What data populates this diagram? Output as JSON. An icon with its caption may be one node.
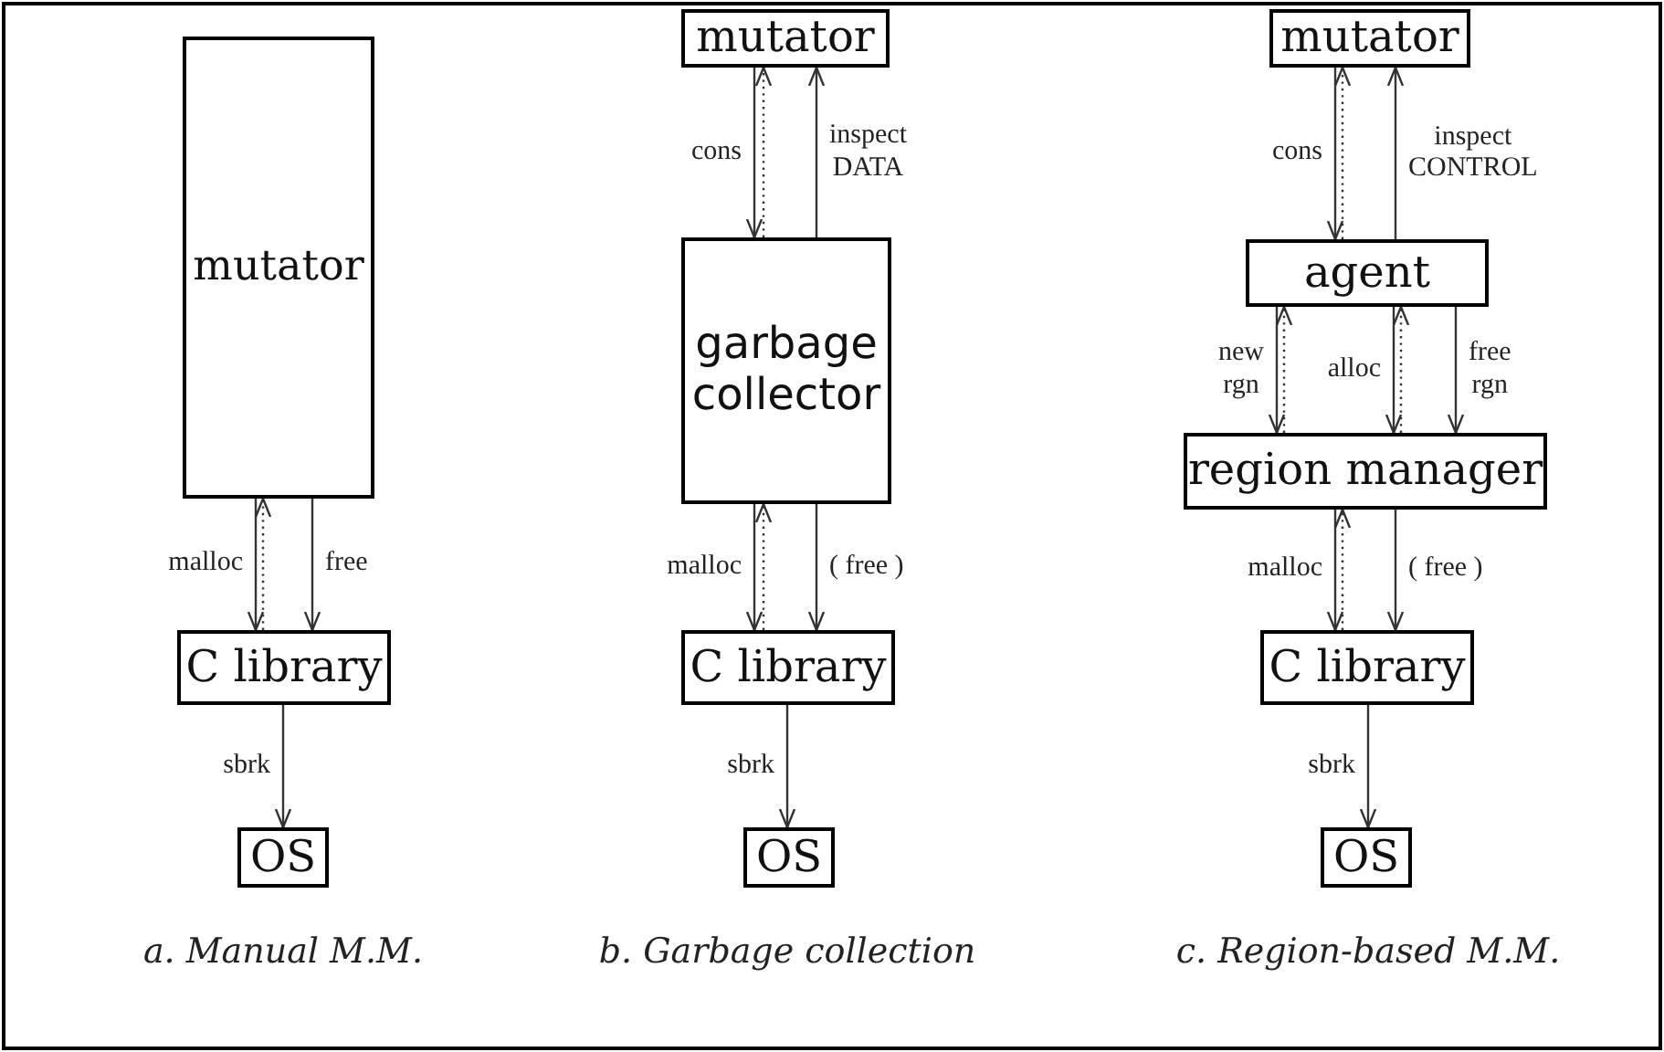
{
  "diagram": {
    "nodes": [
      {
        "text": [
          "mutator"
        ]
      },
      {
        "text": [
          "C library"
        ]
      },
      {
        "text": [
          "OS"
        ]
      },
      {
        "text": [
          "mutator"
        ]
      },
      {
        "text": [
          "garbage collector"
        ]
      },
      {
        "text": [
          "C library"
        ]
      },
      {
        "text": [
          "OS"
        ]
      },
      {
        "text": [
          "mutator"
        ]
      },
      {
        "text": [
          "agent"
        ]
      },
      {
        "text": [
          "region manager"
        ]
      },
      {
        "text": [
          "C library"
        ]
      },
      {
        "text": [
          "OS"
        ]
      }
    ],
    "edges": [
      {
        "from": 0,
        "to": 1,
        "arrow": "to",
        "label": "malloc"
      },
      {
        "from": 1,
        "to": 0,
        "arrow": "to",
        "style": "dashed"
      },
      {
        "from": 0,
        "to": 1,
        "arrow": "to",
        "label": "free"
      },
      {
        "from": 1,
        "to": 2,
        "arrow": "to",
        "label": "sbrk"
      },
      {
        "from": 3,
        "to": 4,
        "arrow": "to",
        "label": "cons"
      },
      {
        "from": 4,
        "to": 3,
        "arrow": "to",
        "style": "dashed"
      },
      {
        "from": 4,
        "to": 3,
        "arrow": "to",
        "label": "inspect DATA"
      },
      {
        "from": 4,
        "to": 5,
        "arrow": "to",
        "label": "malloc"
      },
      {
        "from": 5,
        "to": 4,
        "arrow": "to",
        "style": "dashed"
      },
      {
        "from": 4,
        "to": 5,
        "arrow": "to",
        "label": "( free )"
      },
      {
        "from": 5,
        "to": 6,
        "arrow": "to",
        "label": "sbrk"
      },
      {
        "from": 7,
        "to": 8,
        "arrow": "to",
        "label": "cons"
      },
      {
        "from": 8,
        "to": 7,
        "arrow": "to",
        "style": "dashed"
      },
      {
        "from": 8,
        "to": 7,
        "arrow": "to",
        "label": "inspect CONTROL"
      },
      {
        "from": 8,
        "to": 9,
        "arrow": "to",
        "label": "new rgn"
      },
      {
        "from": 9,
        "to": 8,
        "arrow": "to",
        "style": "dashed"
      },
      {
        "from": 8,
        "to": 9,
        "arrow": "to",
        "label": "alloc"
      },
      {
        "from": 9,
        "to": 8,
        "arrow": "to",
        "style": "dashed"
      },
      {
        "from": 8,
        "to": 9,
        "arrow": "to",
        "label": "free rgn"
      },
      {
        "from": 9,
        "to": 10,
        "arrow": "to",
        "label": "malloc"
      },
      {
        "from": 10,
        "to": 9,
        "arrow": "to",
        "style": "dashed"
      },
      {
        "from": 9,
        "to": 10,
        "arrow": "to",
        "label": "( free )"
      },
      {
        "from": 10,
        "to": 11,
        "arrow": "to",
        "label": "sbrk"
      }
    ],
    "labels": [
      "a. Manual M.M.",
      "b. Garbage collection",
      "c. Region-based M.M."
    ]
  }
}
